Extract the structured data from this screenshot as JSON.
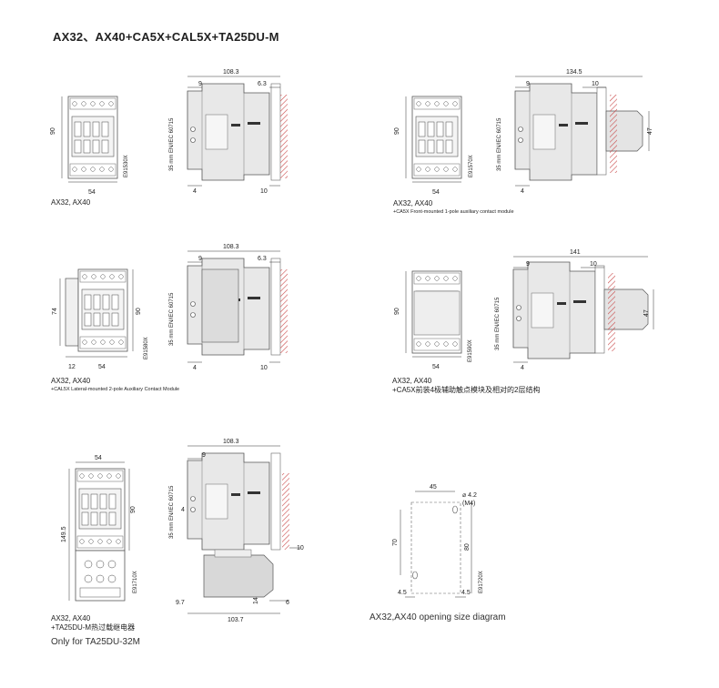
{
  "title": "AX32、AX40+CA5X+CAL5X+TA25DU-M",
  "captions": {
    "d1": "AX32, AX40",
    "d2_line1": "AX32, AX40",
    "d2_line2": "+CA5X Front-mounted 1-pole auxiliary contact module",
    "d3_line1": "AX32, AX40",
    "d3_line2": "+CAL5X Lateral-mounted 2-pole Auxiliary Contact Module",
    "d4_line1": "AX32, AX40",
    "d4_line2": "+CA5X前装4极辅助触点模块及相对的2层结构",
    "d5_line1": "AX32, AX40",
    "d5_line2": "+TA25DU-M热过载继电器",
    "d5_note": "Only for TA25DU-32M",
    "d6": "AX32,AX40 opening size diagram"
  },
  "dims": {
    "d1": {
      "w54": "54",
      "h90": "90",
      "w108": "108.3",
      "a9": "9",
      "a63": "6.3",
      "a4": "4",
      "a10": "10",
      "code": "E91530X",
      "rail": "35 mm EN/IEC 60715"
    },
    "d2": {
      "w54": "54",
      "h90": "90",
      "w134": "134.5",
      "a9": "9",
      "a10": "10",
      "a4": "4",
      "a47": "47",
      "code": "E91570X",
      "rail": "35 mm EN/IEC 60715"
    },
    "d3": {
      "w54": "54",
      "w12": "12",
      "h74": "74",
      "h90": "90",
      "w108": "108.3",
      "a9": "9",
      "a63": "6.3",
      "a4": "4",
      "a10": "10",
      "code": "E91580X",
      "rail": "35 mm EN/IEC 60715"
    },
    "d4": {
      "w54": "54",
      "h90": "90",
      "w141": "141",
      "a9": "9",
      "a10": "10",
      "a4": "4",
      "a47": "47",
      "code": "E91590X",
      "rail": "35 mm EN/IEC 60715"
    },
    "d5": {
      "w54": "54",
      "h90": "90",
      "h149": "149.5",
      "w108": "108.3",
      "a9": "9",
      "a4": "4",
      "a10": "10",
      "a97": "9.7",
      "a14": "14",
      "a6": "6",
      "w103": "103.7",
      "code": "E91710X",
      "rail": "35 mm EN/IEC 60715"
    },
    "d6": {
      "w45": "45",
      "hole": "⌀ 4.2",
      "m4": "(M4)",
      "h70": "70",
      "h80": "80",
      "a45l": "4.5",
      "a45r": "4.5",
      "code": "E91720X"
    }
  }
}
